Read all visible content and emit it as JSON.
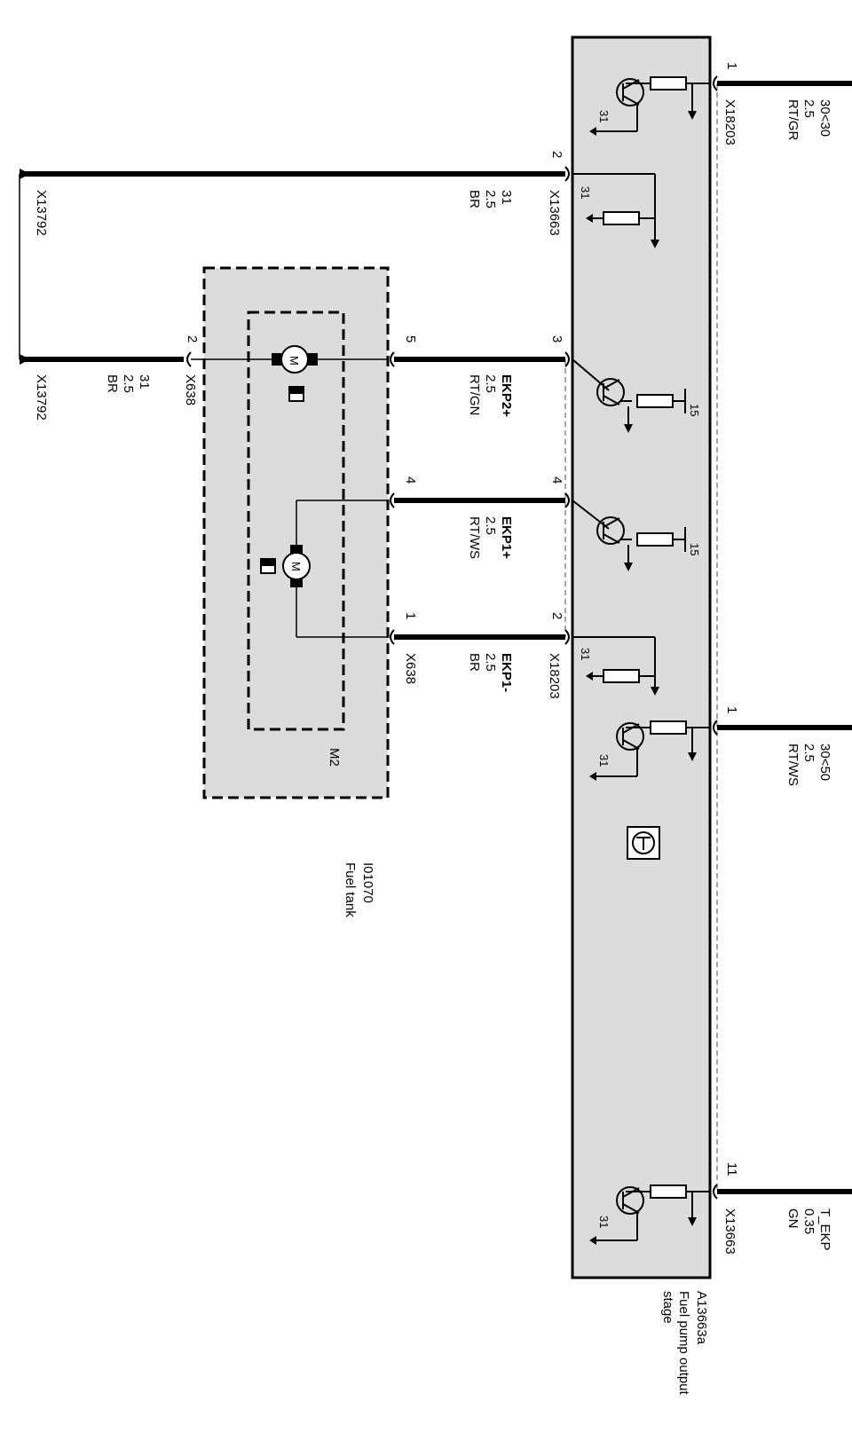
{
  "module": {
    "id": "A13663a",
    "name_line1": "Fuel pump output",
    "name_line2": "stage"
  },
  "tank": {
    "id": "I01070",
    "name": "Fuel tank",
    "motor_group": "M2",
    "motor_symbol": "M"
  },
  "right_wires": [
    {
      "pin": "1",
      "conn": "X18203",
      "line1": "30<30",
      "line2": "2.5",
      "line3": "RT/GR",
      "gnd": "31"
    },
    {
      "pin": "1",
      "conn": "",
      "line1": "30<50",
      "line2": "2.5",
      "line3": "RT/WS",
      "gnd": "31"
    },
    {
      "pin": "11",
      "conn": "X13663",
      "line1": "T_EKP",
      "line2": "0.35",
      "line3": "GN",
      "gnd": "31"
    }
  ],
  "left_wires": [
    {
      "module_pin": "2",
      "module_conn": "X13663",
      "line1": "31",
      "line2": "2.5",
      "line3": "BR",
      "end_conn": "X13792",
      "gnd": "31"
    },
    {
      "module_pin": "3",
      "tank_pin": "5",
      "line1": "EKP2+",
      "line2": "2.5",
      "line3": "RT/GN",
      "supply": "15"
    },
    {
      "module_pin": "4",
      "tank_pin": "4",
      "line1": "EKP1+",
      "line2": "2.5",
      "line3": "RT/WS",
      "supply": "15"
    },
    {
      "module_pin": "2",
      "module_conn": "X18203",
      "tank_pin": "1",
      "tank_conn": "X638",
      "line1": "EKP1-",
      "line2": "2.5",
      "line3": "BR",
      "gnd": "31"
    },
    {
      "tank_pin": "2",
      "tank_conn": "X638",
      "line1": "31",
      "line2": "2.5",
      "line3": "BR",
      "end_conn": "X13792"
    }
  ]
}
